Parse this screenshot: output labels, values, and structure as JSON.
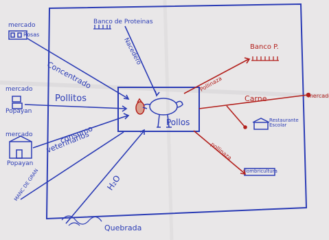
{
  "labels": {
    "banco_proteinas": "Banco de Proteinas",
    "mercado_1": "mercado",
    "rosas": "Rosas",
    "concentrado": "Concentrado",
    "nacedero": "Nacedero",
    "mercado_2": "mercado",
    "popayan_1": "Popayan",
    "pollitos": "Pollitos",
    "mercado_3": "mercado",
    "popayan_2": "Popayan",
    "consumo": "consumo",
    "veterinarios": "veterinarios",
    "pollos": "Pollos",
    "h2o": "H₂O",
    "manc": "MANC DE GRAN",
    "quebrada": "Quebrada",
    "banco_p": "Banco P.",
    "pollinaza_1": "Pollinaza",
    "carne": "Carne",
    "mercado_right": "mercado",
    "restaurante": "Restaurante Escolar",
    "pollinaza_2": "pollinaza",
    "lombricultura": "lombricultura"
  },
  "colors": {
    "paper": "#e9e7e8",
    "blue_ink": "#2a3bb5",
    "red_ink": "#b3201c"
  }
}
